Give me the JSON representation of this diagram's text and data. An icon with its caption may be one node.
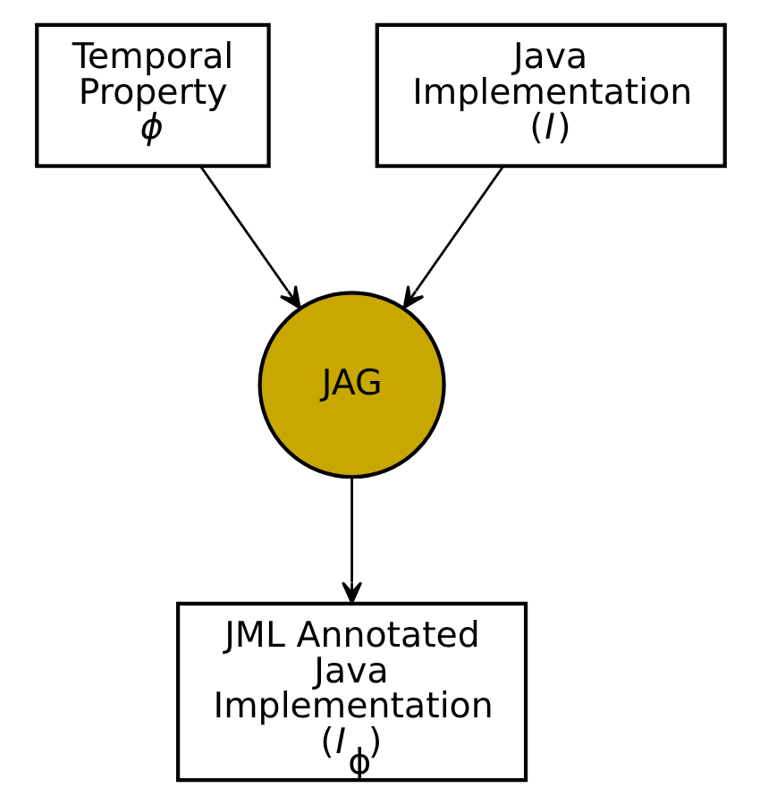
{
  "diagram": {
    "nodes": [
      {
        "text": [
          "Temporal Property",
          "*ϕ*"
        ]
      },
      {
        "text": [
          "Java Implementation",
          "(*I*)"
        ]
      },
      {
        "text": [
          "JAG"
        ]
      },
      {
        "text": [
          "JML Annotated Java Implementation",
          "(*I*$_{ϕ}$)"
        ]
      }
    ],
    "edges": [
      {
        "from": 0,
        "to": 2,
        "arrow": "to"
      },
      {
        "from": 1,
        "to": 2,
        "arrow": "to"
      },
      {
        "from": 2,
        "to": 3,
        "arrow": "to"
      }
    ]
  }
}
